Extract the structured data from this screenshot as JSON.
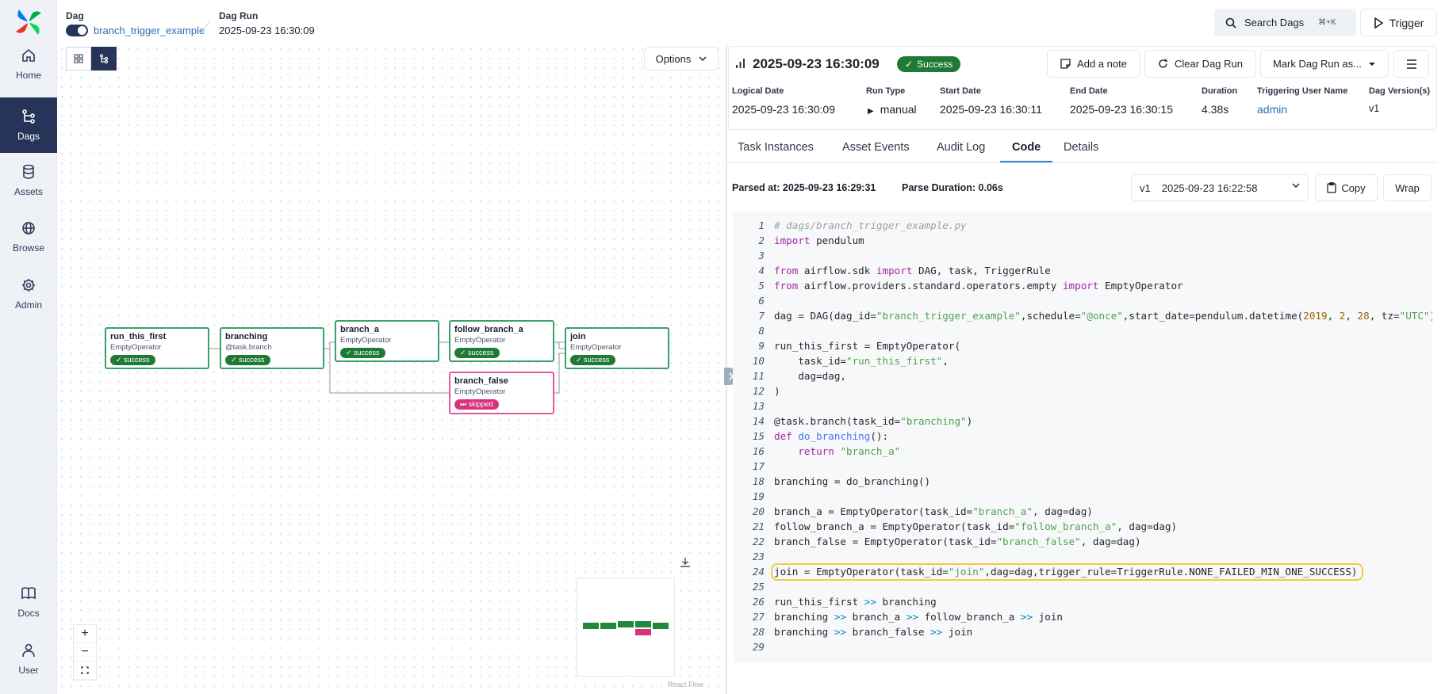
{
  "nav": {
    "items": [
      {
        "label": "Home",
        "icon": "home-icon"
      },
      {
        "label": "Dags",
        "icon": "dags-icon"
      },
      {
        "label": "Assets",
        "icon": "database-icon"
      },
      {
        "label": "Browse",
        "icon": "globe-icon"
      },
      {
        "label": "Admin",
        "icon": "gear-icon"
      },
      {
        "label": "Docs",
        "icon": "book-icon"
      },
      {
        "label": "User",
        "icon": "user-icon"
      }
    ]
  },
  "header": {
    "dag_label": "Dag",
    "dag_name": "branch_trigger_example",
    "run_label": "Dag Run",
    "run_value": "2025-09-23 16:30:09",
    "search_label": "Search Dags",
    "search_shortcut": "⌘+K",
    "trigger_label": "Trigger"
  },
  "graph": {
    "options_label": "Options",
    "footer": "React Flow",
    "nodes": [
      {
        "name": "run_this_first",
        "op": "EmptyOperator",
        "state": "success"
      },
      {
        "name": "branching",
        "op": "@task.branch",
        "state": "success"
      },
      {
        "name": "branch_a",
        "op": "EmptyOperator",
        "state": "success"
      },
      {
        "name": "follow_branch_a",
        "op": "EmptyOperator",
        "state": "success"
      },
      {
        "name": "join",
        "op": "EmptyOperator",
        "state": "success"
      },
      {
        "name": "branch_false",
        "op": "EmptyOperator",
        "state": "skipped"
      }
    ]
  },
  "run": {
    "title": "2025-09-23 16:30:09",
    "status": "Success",
    "buttons": {
      "note": "Add a note",
      "clear": "Clear Dag Run",
      "mark": "Mark Dag Run as..."
    },
    "meta": [
      {
        "label": "Logical Date",
        "value": "2025-09-23 16:30:09"
      },
      {
        "label": "Run Type",
        "value": "manual"
      },
      {
        "label": "Start Date",
        "value": "2025-09-23 16:30:11"
      },
      {
        "label": "End Date",
        "value": "2025-09-23 16:30:15"
      },
      {
        "label": "Duration",
        "value": "4.38s"
      },
      {
        "label": "Triggering User Name",
        "value": "admin"
      },
      {
        "label": "Dag Version(s)",
        "value": "v1"
      }
    ]
  },
  "tabs": [
    "Task Instances",
    "Asset Events",
    "Audit Log",
    "Code",
    "Details"
  ],
  "code_panel": {
    "parsed_at": "Parsed at: 2025-09-23 16:29:31",
    "parse_duration": "Parse Duration: 0.06s",
    "version": "v1",
    "version_date": "2025-09-23 16:22:58",
    "copy_label": "Copy",
    "wrap_label": "Wrap"
  },
  "code_lines": [
    "# dags/branch_trigger_example.py",
    "import pendulum",
    "",
    "from airflow.sdk import DAG, task, TriggerRule",
    "from airflow.providers.standard.operators.empty import EmptyOperator",
    "",
    "dag = DAG(dag_id=\"branch_trigger_example\",schedule=\"@once\",start_date=pendulum.datetime(2019, 2, 28, tz=\"UTC\")",
    "",
    "run_this_first = EmptyOperator(",
    "    task_id=\"run_this_first\",",
    "    dag=dag,",
    ")",
    "",
    "@task.branch(task_id=\"branching\")",
    "def do_branching():",
    "    return \"branch_a\"",
    "",
    "branching = do_branching()",
    "",
    "branch_a = EmptyOperator(task_id=\"branch_a\", dag=dag)",
    "follow_branch_a = EmptyOperator(task_id=\"follow_branch_a\", dag=dag)",
    "branch_false = EmptyOperator(task_id=\"branch_false\", dag=dag)",
    "",
    "join = EmptyOperator(task_id=\"join\",dag=dag,trigger_rule=TriggerRule.NONE_FAILED_MIN_ONE_SUCCESS)",
    "",
    "run_this_first >> branching",
    "branching >> branch_a >> follow_branch_a >> join",
    "branching >> branch_false >> join",
    ""
  ]
}
